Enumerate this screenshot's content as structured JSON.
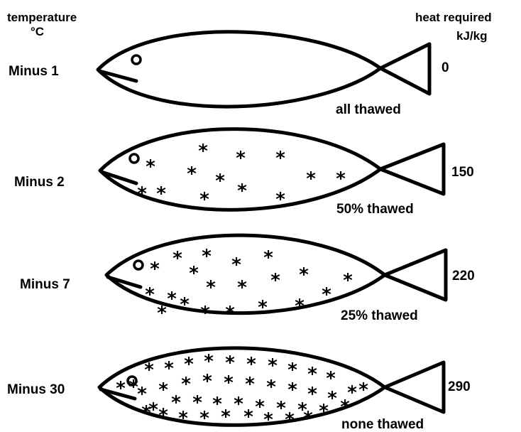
{
  "headers": {
    "temperature_line1": "temperature",
    "temperature_line2": "°C",
    "heat_line1": "heat required",
    "heat_line2": "kJ/kg"
  },
  "rows": [
    {
      "temperature": "Minus 1",
      "heat": "0",
      "status": "all thawed"
    },
    {
      "temperature": "Minus 2",
      "heat": "150",
      "status": "50% thawed"
    },
    {
      "temperature": "Minus 7",
      "heat": "220",
      "status": "25% thawed"
    },
    {
      "temperature": "Minus 30",
      "heat": "290",
      "status": "none thawed"
    }
  ],
  "ice_symbol": "*",
  "icons": {
    "fish": "fish-outline-icon",
    "ice": "ice-crystal-icon"
  }
}
